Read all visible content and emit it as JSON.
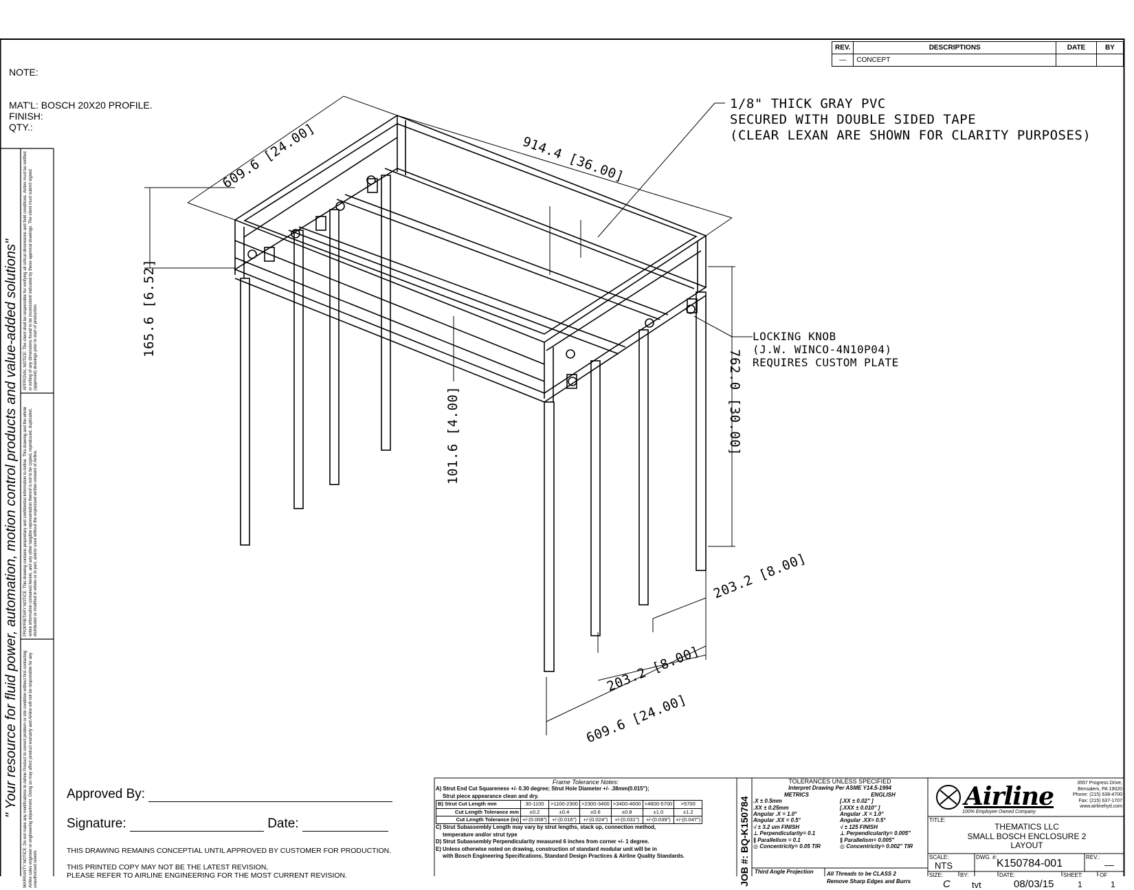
{
  "notes": {
    "note": "NOTE:",
    "material": "MAT'L: BOSCH 20X20 PROFILE.",
    "finish": "FINISH:",
    "qty": "QTY.:"
  },
  "revision_table": {
    "headers": [
      "REV.",
      "DESCRIPTIONS",
      "DATE",
      "BY"
    ],
    "rows": [
      [
        "—",
        "CONCEPT",
        "",
        ""
      ]
    ]
  },
  "callouts": {
    "pvc": [
      "1/8\" THICK GRAY PVC",
      "SECURED WITH DOUBLE SIDED TAPE",
      "(CLEAR LEXAN ARE SHOWN FOR CLARITY PURPOSES)"
    ],
    "knob": [
      "LOCKING KNOB",
      "(J.W. WINCO-4N10P04)",
      "REQUIRES CUSTOM PLATE"
    ]
  },
  "dimensions": {
    "top_depth": "609.6 [24.00]",
    "top_length": "914.4 [36.00]",
    "top_height": "165.6 [6.52]",
    "inner_height": "101.6 [4.00]",
    "leg_height": "762.0 [30.00]",
    "leg_offset_1": "203.2 [8.00]",
    "leg_offset_2": "203.2 [8.00]",
    "bottom_depth": "609.6 [24.00]"
  },
  "sidebar": {
    "slogan": "\" Your resource for fluid power, automation, motion control products and value-added solutions\"",
    "approval_notice": "APPROVAL NOTICE: The client shall be responsible for verifying all critical dimensions and field conditions. Airline must be notified in writing of any dimensions found to be inconsistent indicated by these approval drawings. The client must submit signed (approved) drawings prior to start of production.",
    "proprietary_notice": "PROPRIETARY NOTICE: This drawing contains proprietary and confidential information to Airline. This drawing and the whole entire information contained herein, and any other tangible representation thereof is not to be copied, reproduced, duplicated, distributed or modified in whole or in part, and/or used without the expressed written consent of Airline.",
    "warranty_notice": "WARRANTY NOTICE: Do not make any modifications to Airline Product to correct problem or site condition without first contacting Airline sales engineer or engineering department. Doing so may affect product warranty and Airline will not be responsible for any unauthorized rework."
  },
  "approval": {
    "approved_by": "Approved By:",
    "signature": "Signature:",
    "date": "Date:",
    "conceptual": "THIS DRAWING REMAINS CONCEPTIAL UNTIL APPROVED BY CUSTOMER FOR PRODUCTION.",
    "revision_1": "THIS PRINTED COPY MAY NOT BE THE LATEST REVISION,",
    "revision_2": "PLEASE REFER TO AIRLINE ENGINEERING FOR THE MOST CURRENT REVISION."
  },
  "frame_tolerance": {
    "title": "Frame Tolerance Notes:",
    "a": "A) Strut End Cut Squareness +/- 0.30 degree; Strut Hole Diameter +/- .38mm(0.015\");",
    "a2": "Strut piece appearance clean and dry.",
    "b_label": "B) Strut Cut Length mm",
    "b_cols": [
      "30-1100",
      ">1100-2300",
      ">2300-3400",
      ">3400-4600",
      ">4600-5700",
      ">5700"
    ],
    "mm_label": "Cut Length Tolerance mm",
    "mm_vals": [
      "±0.2",
      "±0.4",
      "±0.6",
      "±0.8",
      "±1.0",
      "±1.2"
    ],
    "in_label": "Cut Length Tolerance (in)",
    "in_vals": [
      "+/-(0.008\")",
      "+/-(0.016\")",
      "+/-(0.024\")",
      "+/-(0.031\")",
      "+/-(0.039\")",
      "+/-(0.047\")"
    ],
    "c": "C) Strut Subassembly Length may vary by strut lengths, stack up, connection method,",
    "c2": "temperature and/or strut type",
    "d": "D) Strut Subassembly Perpendicularity measured 6 inches from corner +/- 1 degree.",
    "e": "E) Unless otherwise noted on drawing, construction of standard modular unit will be in",
    "e2": "with Bosch Engineering Specifications, Standard Design Practices & Airline Quality Standards."
  },
  "job_number": "JOB #: BQ-K150784",
  "tolerances": {
    "title": "TOLERANCES UNLESS SPECIFIED",
    "subtitle": "Interpret Drawing Per ASME Y14.5-1994",
    "metrics_head": "METRICS",
    "english_head": "ENGLISH",
    "metrics": [
      ".X    ± 0.5mm",
      ".XX   ± 0.25mm",
      "Angular .X  = 1.0°",
      "Angular .XX = 0.5°",
      "√ ± 3.2 um FINISH",
      "⊥ Perpendicularity= 0.1",
      "∥ Parallelism = 0.1",
      "◎ Concentricity= 0.05 TIR"
    ],
    "english": [
      "[.XX ± 0.02\" ]",
      "[.XXX ± 0.010\" ]",
      "Angular .X =  1.0°",
      "Angular .XX=  0.5°",
      "√ ± 125 FINISH",
      "⊥ Perpendicularity= 0.005\"",
      "∥ Parallelism= 0.005\"",
      "◎ Concentricity= 0.002\" TIR"
    ],
    "projection": "Third Angle Projection",
    "threads_1": "All Threads to be CLASS 2",
    "threads_2": "Remove Sharp Edges and Burrs"
  },
  "company": {
    "logo": "Airline",
    "tagline": "100% Employee Owned Company",
    "address": [
      "3557 Progress Drive,",
      "Bensalem, PA 19020",
      "Phone: (215) 638-4700",
      "Fax: (215) 637-1707",
      "www.airlinehyd.com"
    ]
  },
  "title_block": {
    "title_label": "TITLE:",
    "title_1": "THEMATICS LLC",
    "title_2": "SMALL BOSCH ENCLOSURE 2",
    "title_3": "LAYOUT",
    "scale_label": "SCALE:",
    "scale": "NTS",
    "dwg_label": "DWG. #:",
    "dwg": "K150784-001",
    "rev_label": "REV.:",
    "rev": "—",
    "size_label": "SIZE:",
    "size": "C",
    "by_label": "BY:",
    "by": "tvt",
    "date_label": "DATE:",
    "date": "08/03/15",
    "sheet_label": "SHEET:",
    "sheet": "1",
    "of_label": "OF",
    "of": "1"
  }
}
